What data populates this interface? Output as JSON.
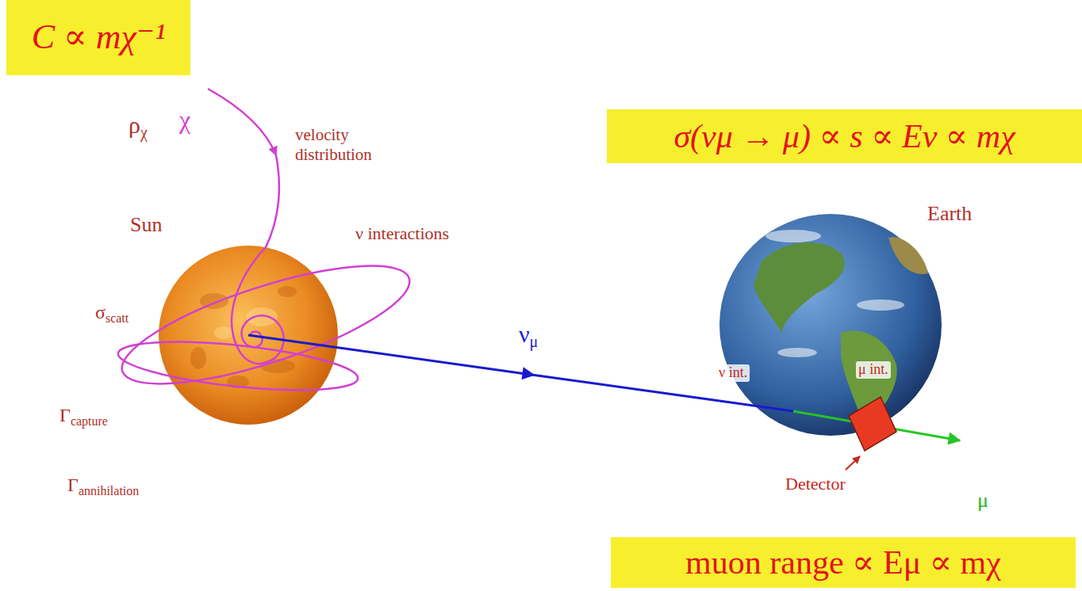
{
  "diagram": {
    "nodes": [
      {
        "text": [
          "C ∝ mχ⁻¹"
        ]
      },
      {
        "text": [
          "σ(νμ → μ) ∝ s ∝ Eν ∝ mχ"
        ]
      },
      {
        "text": [
          "Sun"
        ]
      },
      {
        "text": [
          "Earth",
          "ν int.",
          "μ int."
        ]
      },
      {
        "text": [
          "Detector"
        ],
        "in": 3
      },
      {
        "text": [
          "muon range ∝ Eμ ∝ mχ"
        ]
      }
    ],
    "edges": [
      {
        "from": 2,
        "to": 3,
        "arrow": "to",
        "label": "νμ"
      }
    ],
    "labels": [
      "ρχ",
      "χ",
      "velocity distribution",
      "ν interactions",
      "σscatt",
      "Γcapture",
      "Γannihilation",
      "μ"
    ]
  }
}
